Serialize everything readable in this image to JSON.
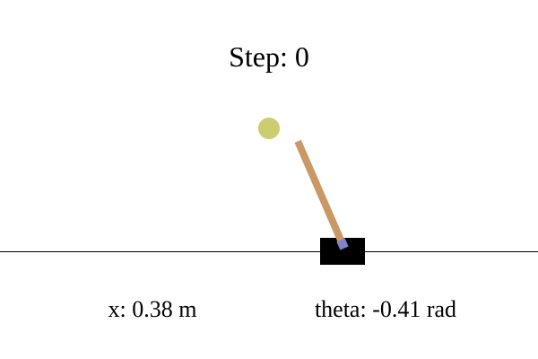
{
  "hud": {
    "step": "Step: 0",
    "position": "x: 0.38 m",
    "angle": "theta: -0.41 rad"
  },
  "state": {
    "step": 0,
    "x": 0.38,
    "theta": -0.41
  },
  "colors": {
    "background": "#ffffff",
    "track": "#000000",
    "cart": "#000000",
    "pole": "#ca9865",
    "axle": "#8183cb",
    "target": "#cccc70",
    "text": "#000000"
  }
}
